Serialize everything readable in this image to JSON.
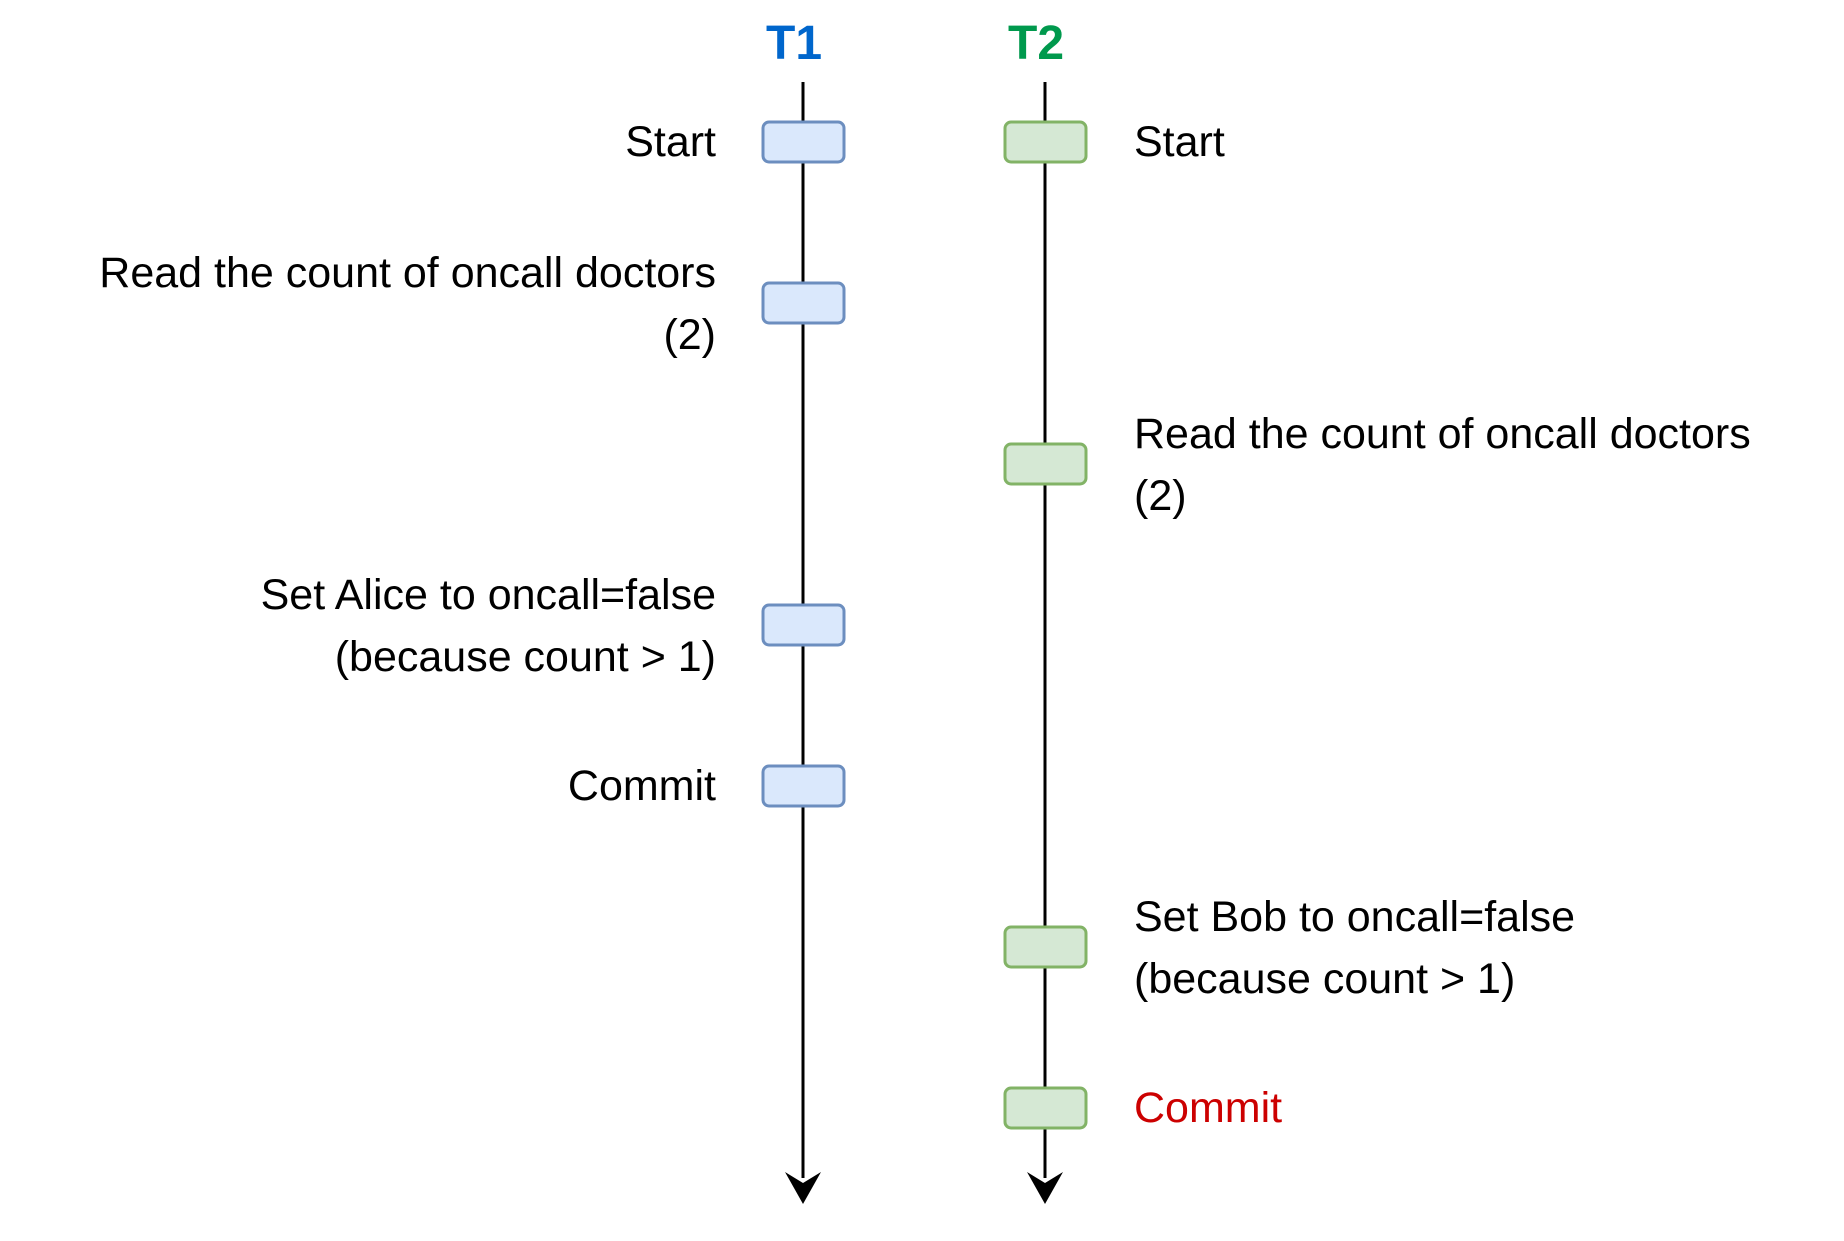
{
  "transactions": [
    {
      "title": "T1",
      "color": "#0066cc",
      "box_fill": "#dae8fc",
      "box_stroke": "#6c8ebf",
      "steps": [
        {
          "lines": [
            "Start"
          ],
          "color": "#000000"
        },
        {
          "lines": [
            "Read the count of oncall doctors",
            "(2)"
          ],
          "color": "#000000"
        },
        {
          "lines": [
            "Set Alice to oncall=false",
            "(because count > 1)"
          ],
          "color": "#000000"
        },
        {
          "lines": [
            "Commit"
          ],
          "color": "#000000"
        }
      ]
    },
    {
      "title": "T2",
      "color": "#00994d",
      "box_fill": "#d5e8d4",
      "box_stroke": "#82b366",
      "steps": [
        {
          "lines": [
            "Start"
          ],
          "color": "#000000"
        },
        {
          "lines": [
            "Read the count of oncall doctors",
            "(2)"
          ],
          "color": "#000000"
        },
        {
          "lines": [
            "Set Bob to oncall=false",
            "(because count > 1)"
          ],
          "color": "#000000"
        },
        {
          "lines": [
            "Commit"
          ],
          "color": "#cc0000"
        }
      ]
    }
  ]
}
